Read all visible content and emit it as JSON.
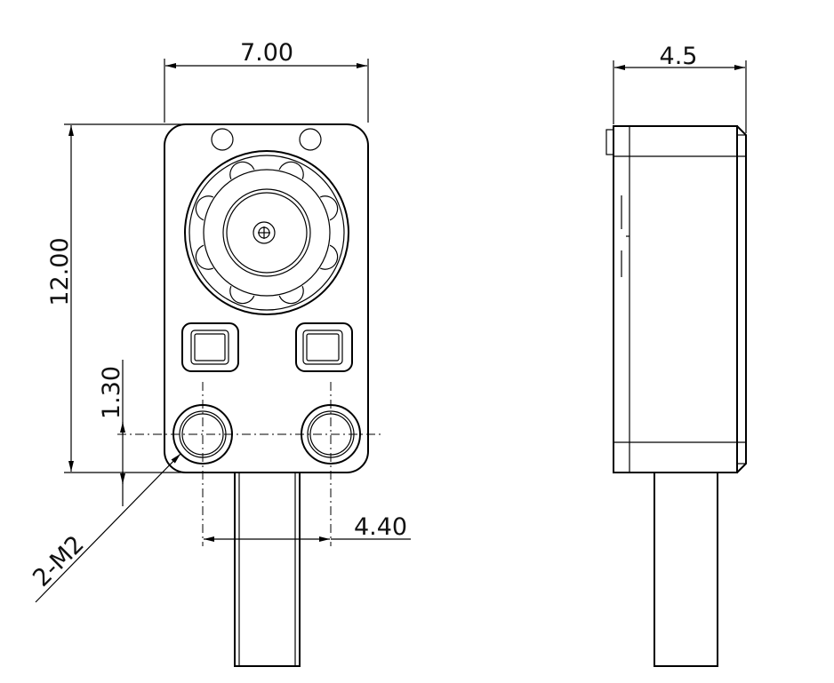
{
  "dimensions": {
    "front_width": "7.00",
    "front_height": "12.00",
    "hole_offset": "1.30",
    "hole_spacing": "4.40",
    "thread_callout": "2-M2",
    "side_depth": "4.5"
  }
}
